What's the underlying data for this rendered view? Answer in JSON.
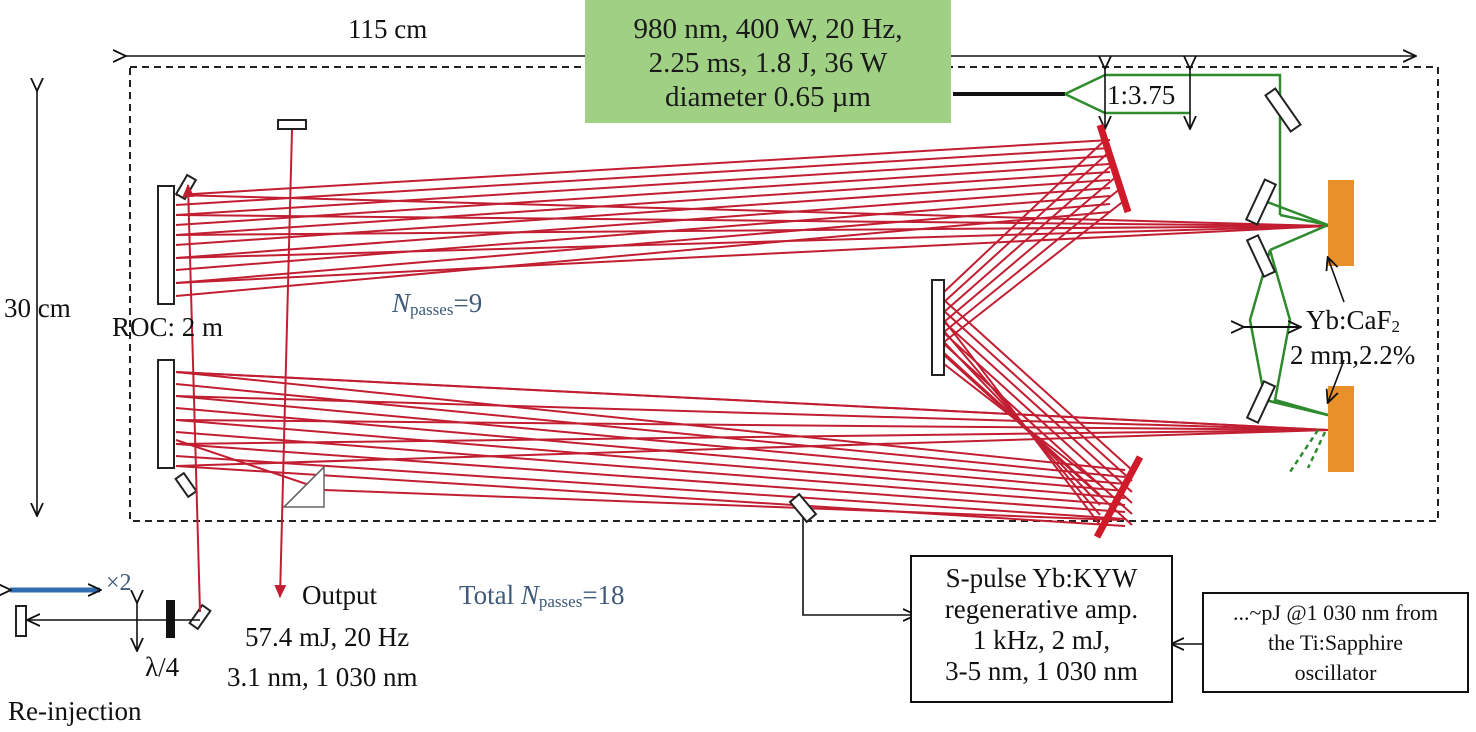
{
  "dimensions": {
    "length": "115 cm",
    "width": "30 cm"
  },
  "pump": {
    "line1": "980 nm, 400 W, 20 Hz,",
    "line2": "2.25 ms, 1.8 J, 36 W",
    "line3": "diameter 0.65 µm"
  },
  "telescope_ratio": "1:3.75",
  "roc": "ROC: 2 m",
  "passes": {
    "n_symbol": "N",
    "sub": "passes",
    "value": "=9",
    "total_prefix": "Total ",
    "total_value": "=18"
  },
  "crystal": {
    "name": "Yb:CaF",
    "sub": "2",
    "spec": "2 mm,2.2%"
  },
  "output": {
    "title": "Output",
    "line1": "57.4 mJ, 20 Hz",
    "line2": "3.1 nm, 1 030 nm"
  },
  "reinjection": {
    "times": "×2",
    "waveplate": "λ/4",
    "label": "Re-injection"
  },
  "regen": {
    "line1": "S-pulse Yb:KYW",
    "line2": "regenerative amp.",
    "line3": "1 kHz, 2 mJ,",
    "line4": "3-5 nm, 1 030 nm"
  },
  "seed": {
    "line1": "...~pJ @1 030 nm from",
    "line2": "the Ti:Sapphire",
    "line3": "oscillator"
  },
  "colors": {
    "beam": "#c21e32",
    "pump_beam": "#2e8b2e",
    "crystal": "#e8912a",
    "pump_box": "#9fd083",
    "label_blue": "#3f5a7a"
  }
}
